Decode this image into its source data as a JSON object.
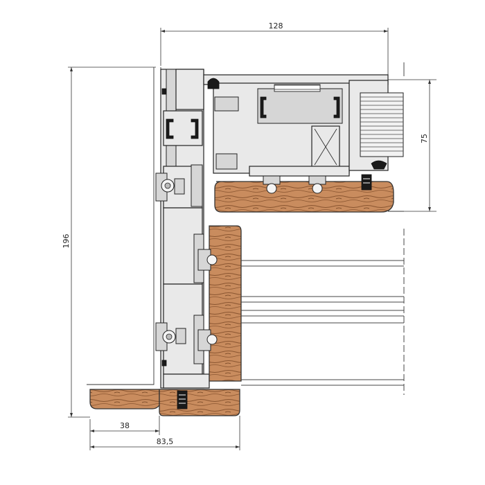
{
  "dimensions": {
    "top_width": "128",
    "right_height": "75",
    "left_height": "196",
    "bottom_inner": "38",
    "bottom_total": "83,5"
  },
  "colors": {
    "wood": "#c98c5e",
    "wood_grain": "#8a5530",
    "aluminium": "#e9e9e9",
    "gasket": "#1a1a1a"
  }
}
